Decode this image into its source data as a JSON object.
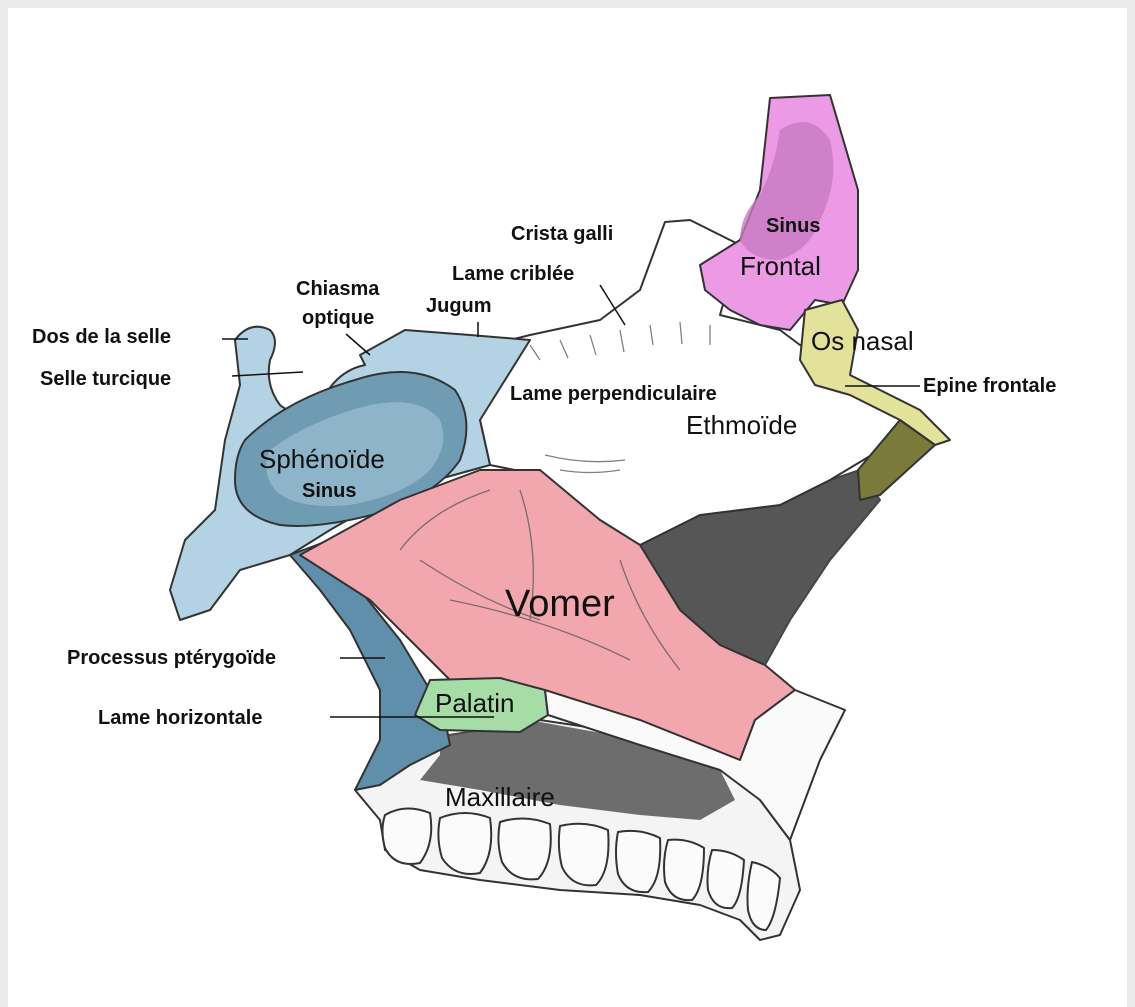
{
  "colors": {
    "background": "#ebebeb",
    "panel": "#ffffff",
    "sphenoid": "#b3d3e4",
    "sphenoid_dark": "#6f9bb3",
    "frontal": "#ec9ae6",
    "nasal": "#e2e29a",
    "vomer": "#f2a6ae",
    "palatine": "#a6dca6",
    "ethmoid": "#ffffff",
    "bone_shadow": "#4a4a4a"
  },
  "labels": {
    "dos_selle": "Dos de la selle",
    "selle_turcique": "Selle turcique",
    "chiasma_1": "Chiasma",
    "chiasma_2": "optique",
    "jugum": "Jugum",
    "lame_criblee": "Lame criblée",
    "crista_galli": "Crista galli",
    "sinus_frontal": "Sinus",
    "frontal": "Frontal",
    "os_nasal": "Os nasal",
    "epine_frontale": "Epine frontale",
    "lame_perpendiculaire": "Lame perpendiculaire",
    "ethmoide": "Ethmoïde",
    "sphenoide": "Sphénoïde",
    "sinus_sphenoide": "Sinus",
    "vomer": "Vomer",
    "processus_pterygoide": "Processus ptérygoïde",
    "palatin": "Palatin",
    "lame_horizontale": "Lame horizontale",
    "maxillaire": "Maxillaire"
  }
}
